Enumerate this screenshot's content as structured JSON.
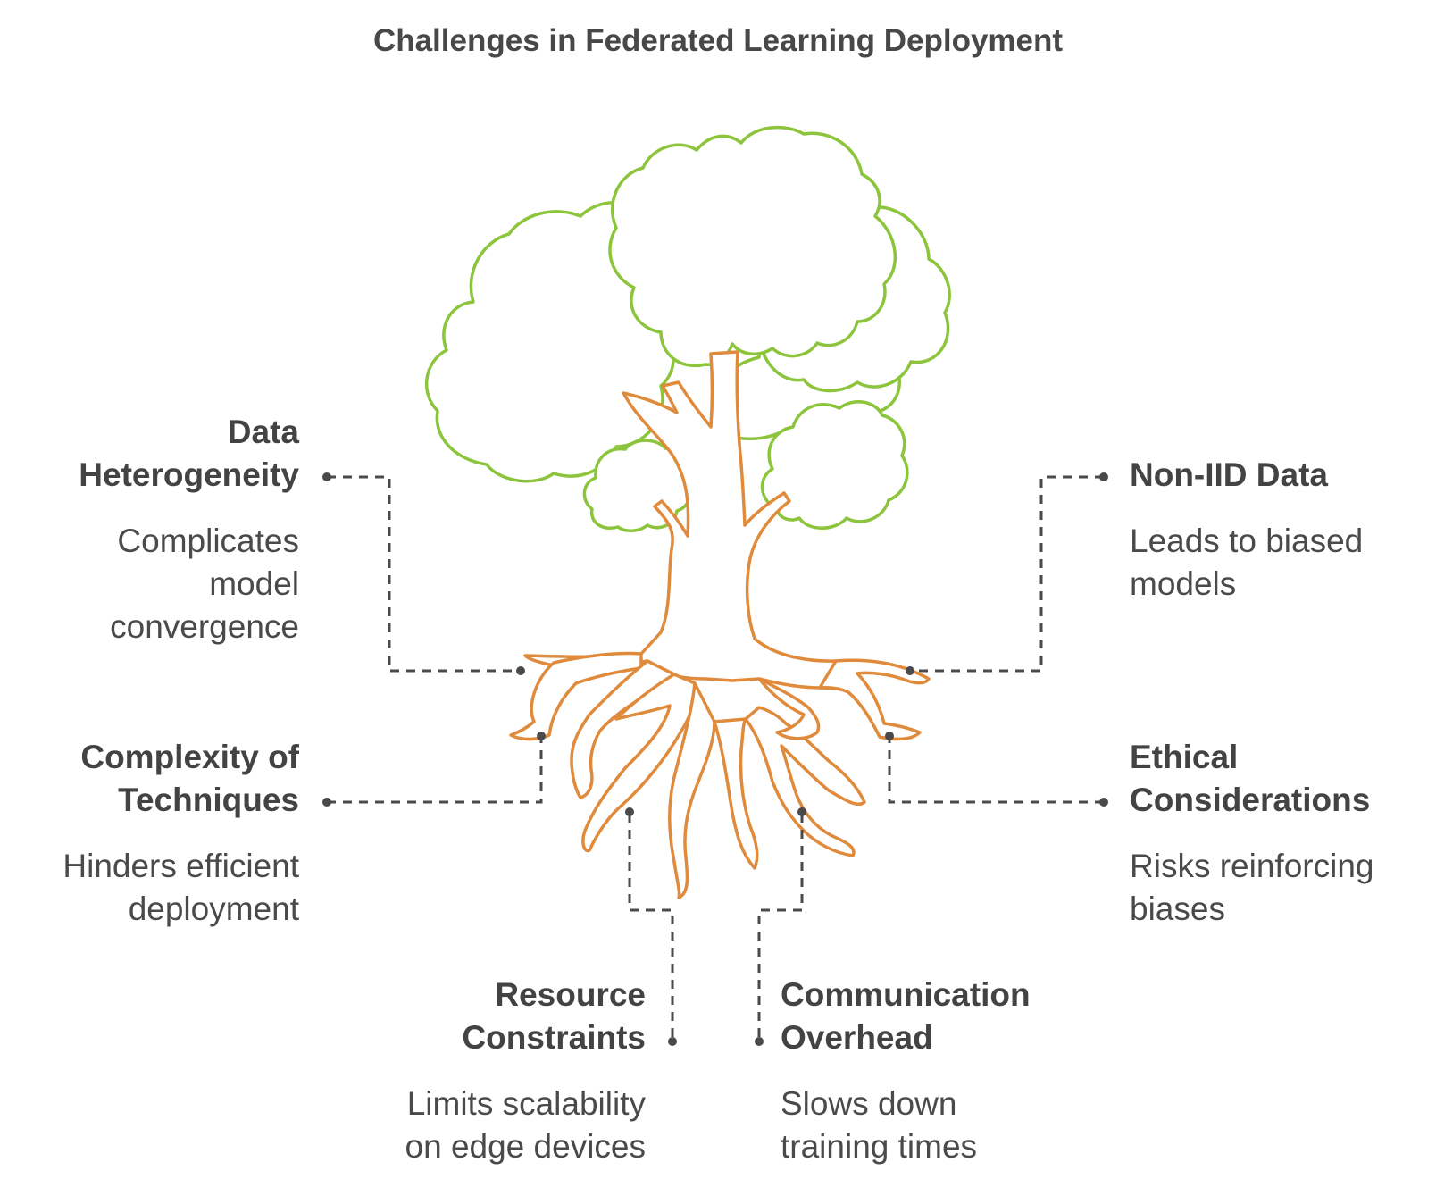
{
  "title": "Challenges in Federated Learning Deployment",
  "items": [
    {
      "heading_lines": [
        "Data",
        "Heterogeneity"
      ],
      "description_lines": [
        "Complicates",
        "model",
        "convergence"
      ]
    },
    {
      "heading_lines": [
        "Non-IID Data"
      ],
      "description_lines": [
        "Leads to biased",
        "models"
      ]
    },
    {
      "heading_lines": [
        "Complexity of",
        "Techniques"
      ],
      "description_lines": [
        "Hinders efficient",
        "deployment"
      ]
    },
    {
      "heading_lines": [
        "Ethical",
        "Considerations"
      ],
      "description_lines": [
        "Risks reinforcing",
        "biases"
      ]
    },
    {
      "heading_lines": [
        "Resource",
        "Constraints"
      ],
      "description_lines": [
        "Limits scalability",
        "on edge devices"
      ]
    },
    {
      "heading_lines": [
        "Communication",
        "Overhead"
      ],
      "description_lines": [
        "Slows down",
        "training times"
      ]
    }
  ],
  "colors": {
    "canopy_stroke": "#8cc43c",
    "trunk_stroke": "#e08a3c",
    "text": "#444444",
    "leader": "#4a4a4a"
  }
}
